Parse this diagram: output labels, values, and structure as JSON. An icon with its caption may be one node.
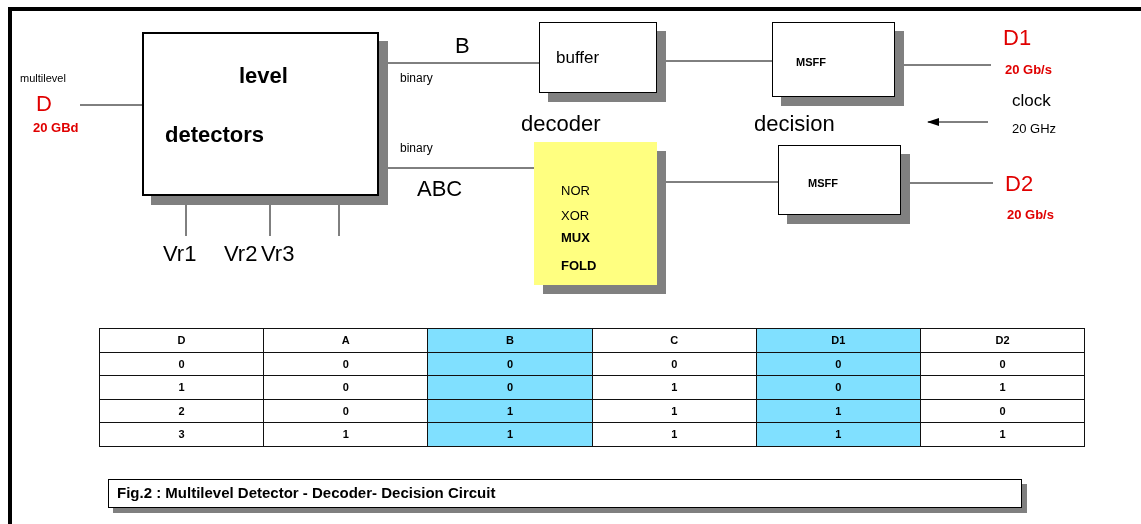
{
  "diagram": {
    "caption": "Fig.2 : Multilevel Detector - Decoder- Decision Circuit",
    "nodes": [
      {
        "text": [
          "level",
          "detectors"
        ]
      },
      {
        "text": [
          "D"
        ],
        "beside": [
          "multilevel",
          "20 GBd"
        ]
      },
      {
        "text": [
          "buffer"
        ]
      },
      {
        "text": [
          "decoder",
          "NOR",
          "XOR",
          "MUX",
          "FOLD"
        ]
      },
      {
        "text": [
          "MSFF"
        ]
      },
      {
        "text": [
          "MSFF"
        ]
      },
      {
        "text": [
          "D1"
        ],
        "beside": [
          "20 Gb/s"
        ]
      },
      {
        "text": [
          "D2"
        ],
        "beside": [
          "20 Gb/s"
        ]
      },
      {
        "text": [
          "clock",
          "20 GHz"
        ]
      }
    ],
    "edges": [
      {
        "from": 1,
        "to": 0,
        "arrow": "none"
      },
      {
        "from": 0,
        "to": 2,
        "arrow": "none",
        "label": "binary"
      },
      {
        "from": 0,
        "to": 3,
        "arrow": "none",
        "label": "binary"
      },
      {
        "from": 2,
        "to": 4,
        "arrow": "none"
      },
      {
        "from": 3,
        "to": 5,
        "arrow": "none"
      },
      {
        "from": 4,
        "to": 6,
        "arrow": "none"
      },
      {
        "from": 5,
        "to": 7,
        "arrow": "none"
      },
      {
        "from": 8,
        "to": null,
        "arrow": "to"
      },
      {
        "from": null,
        "to": 0,
        "arrow": "none"
      },
      {
        "from": null,
        "to": 0,
        "arrow": "none"
      },
      {
        "from": null,
        "to": 0,
        "arrow": "none"
      }
    ],
    "labels": [
      "B",
      "ABC",
      "decision",
      "Vr1",
      "Vr2",
      "Vr3",
      "D",
      "A",
      "B",
      "C",
      "D1",
      "D2",
      "0",
      "0",
      "0",
      "0",
      "0",
      "0",
      "1",
      "0",
      "0",
      "1",
      "0",
      "1",
      "2",
      "0",
      "1",
      "1",
      "1",
      "0",
      "3",
      "1",
      "1",
      "1",
      "1",
      "1"
    ]
  }
}
